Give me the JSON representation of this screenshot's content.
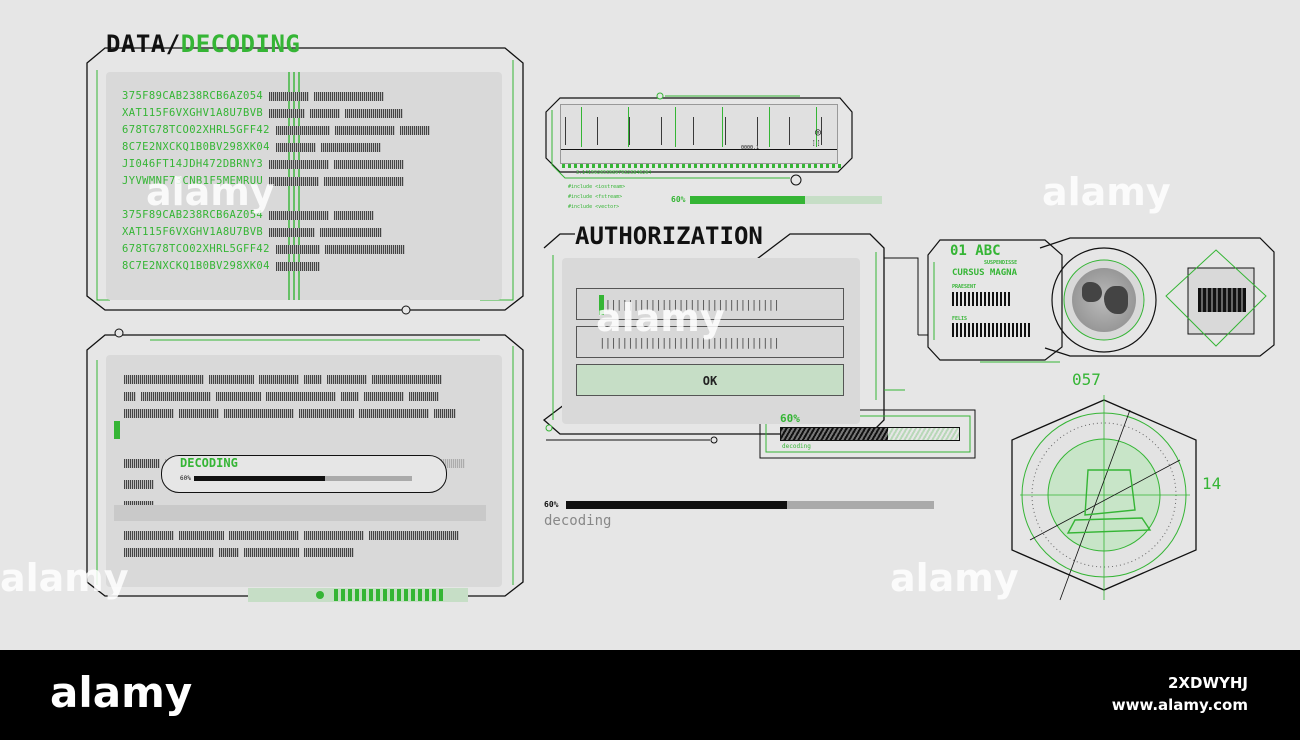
{
  "data_panel": {
    "title_part1": "DATA/",
    "title_part2": "DECODING",
    "code_lines": [
      "375F89CAB238RCB6AZ054",
      "XAT115F6VXGHV1A8U7BVB",
      "678TG78TCO02XHRL5GFF42",
      "8C7E2NXCKQ1B0BV298XK04",
      "JI046FT14JDH472DBRNY3",
      "JYVWMNF73CNB1F5MEMRUU",
      "375F89CAB238RCB6AZ054",
      "XAT115F6VXGHV1A8U7BVB",
      "678TG78TCO02XHRL5GFF42",
      "8C7E2NXCKQ1B0BV298XK04"
    ]
  },
  "decoding_panel": {
    "label": "DECODING",
    "progress_label": "60%",
    "progress_value": 0.6
  },
  "scanner": {
    "tick_value": "0000.1",
    "caption": "3.14159265358979323846264",
    "options": [
      "#include <iostream>",
      "#include <fstream>",
      "#include <vector>"
    ],
    "progress_label": "60%",
    "progress_value": 0.6
  },
  "authorization": {
    "title": "AUTHORIZATION",
    "field1_value": "||||||||||||||||||||||||||||||||",
    "field2_value": "||||||||||||||||||||||||||||||||",
    "ok_label": "OK"
  },
  "progress_box": {
    "label": "60%",
    "sub_label": "decoding",
    "value": 0.6
  },
  "standalone_progress": {
    "label": "60%",
    "caption": "decoding",
    "value": 0.6
  },
  "id_card": {
    "code": "01",
    "abc": "ABC",
    "tag": "SUSPENDISSE",
    "name": "CURSUS MAGNA",
    "field1": "PRAESENT",
    "field2": "FELIS"
  },
  "radar": {
    "top_value": "057",
    "side_value": "14"
  },
  "colors": {
    "accent": "#35b535",
    "light_green": "#c6dec6",
    "panel": "#d9d9d9",
    "background": "#e6e6e6"
  },
  "watermark": {
    "text": "alamy",
    "footer_logo": "alamy",
    "image_id": "2XDWYHJ",
    "site": "www.alamy.com"
  }
}
